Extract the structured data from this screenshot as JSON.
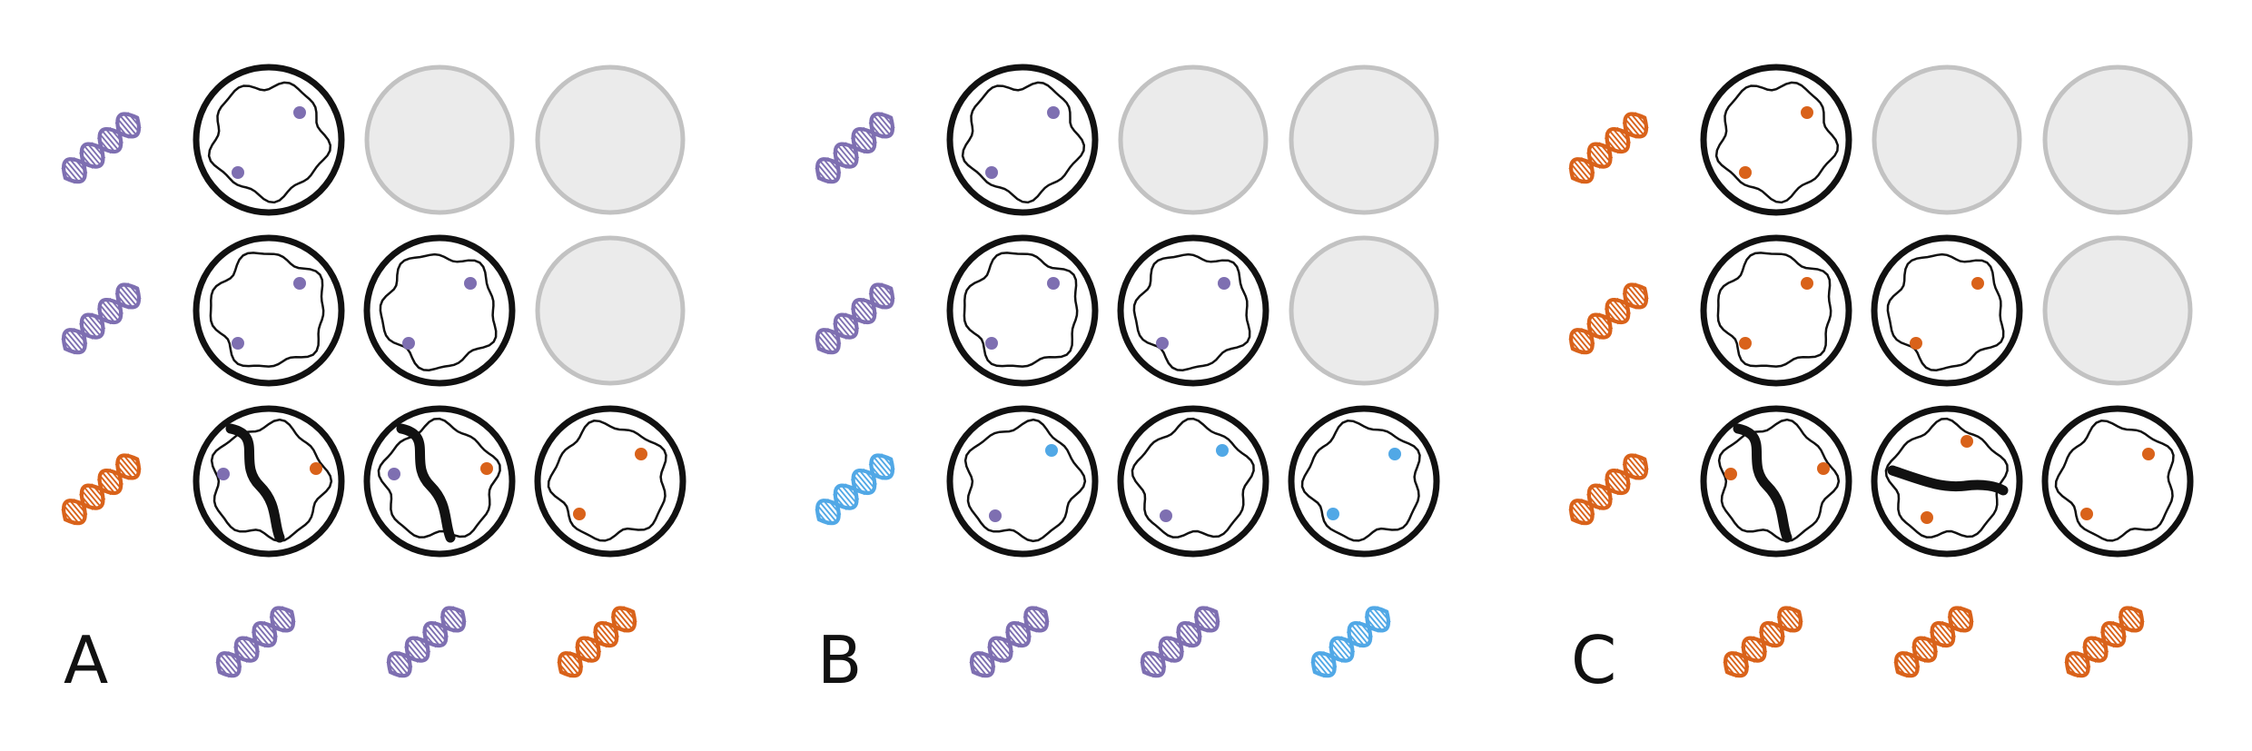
{
  "colors": {
    "purple": "#7e6fb1",
    "orange": "#d9621a",
    "blue": "#51a8e6",
    "empty_fill": "#ebebeb",
    "empty_stroke": "#c2c2c2",
    "cell_stroke": "#111111"
  },
  "icon": "dna-helix-icon",
  "panels": [
    {
      "letter": "A",
      "row_dna": [
        "purple",
        "purple",
        "orange"
      ],
      "col_dna": [
        "purple",
        "purple",
        "orange"
      ],
      "grid": [
        [
          {
            "state": "cell",
            "dots": [
              "purple",
              "purple"
            ]
          },
          {
            "state": "empty"
          },
          {
            "state": "empty"
          }
        ],
        [
          {
            "state": "cell",
            "dots": [
              "purple",
              "purple"
            ]
          },
          {
            "state": "cell",
            "dots": [
              "purple",
              "purple"
            ]
          },
          {
            "state": "empty"
          }
        ],
        [
          {
            "state": "dividing",
            "dots": [
              "purple",
              "orange"
            ]
          },
          {
            "state": "dividing",
            "dots": [
              "purple",
              "orange"
            ]
          },
          {
            "state": "cell",
            "dots": [
              "orange",
              "orange"
            ]
          }
        ]
      ]
    },
    {
      "letter": "B",
      "row_dna": [
        "purple",
        "purple",
        "blue"
      ],
      "col_dna": [
        "purple",
        "purple",
        "blue"
      ],
      "grid": [
        [
          {
            "state": "cell",
            "dots": [
              "purple",
              "purple"
            ]
          },
          {
            "state": "empty"
          },
          {
            "state": "empty"
          }
        ],
        [
          {
            "state": "cell",
            "dots": [
              "purple",
              "purple"
            ]
          },
          {
            "state": "cell",
            "dots": [
              "purple",
              "purple"
            ]
          },
          {
            "state": "empty"
          }
        ],
        [
          {
            "state": "cell",
            "dots": [
              "blue",
              "purple"
            ]
          },
          {
            "state": "cell",
            "dots": [
              "blue",
              "purple"
            ]
          },
          {
            "state": "cell",
            "dots": [
              "blue",
              "blue"
            ]
          }
        ]
      ]
    },
    {
      "letter": "C",
      "row_dna": [
        "orange",
        "orange",
        "orange"
      ],
      "col_dna": [
        "orange",
        "orange",
        "orange"
      ],
      "grid": [
        [
          {
            "state": "cell",
            "dots": [
              "orange",
              "orange"
            ]
          },
          {
            "state": "empty"
          },
          {
            "state": "empty"
          }
        ],
        [
          {
            "state": "cell",
            "dots": [
              "orange",
              "orange"
            ]
          },
          {
            "state": "cell",
            "dots": [
              "orange",
              "orange"
            ]
          },
          {
            "state": "empty"
          }
        ],
        [
          {
            "state": "dividing",
            "dots": [
              "orange",
              "orange"
            ]
          },
          {
            "state": "dividing-h",
            "dots": [
              "orange",
              "orange"
            ]
          },
          {
            "state": "cell",
            "dots": [
              "orange",
              "orange"
            ]
          }
        ]
      ]
    }
  ]
}
